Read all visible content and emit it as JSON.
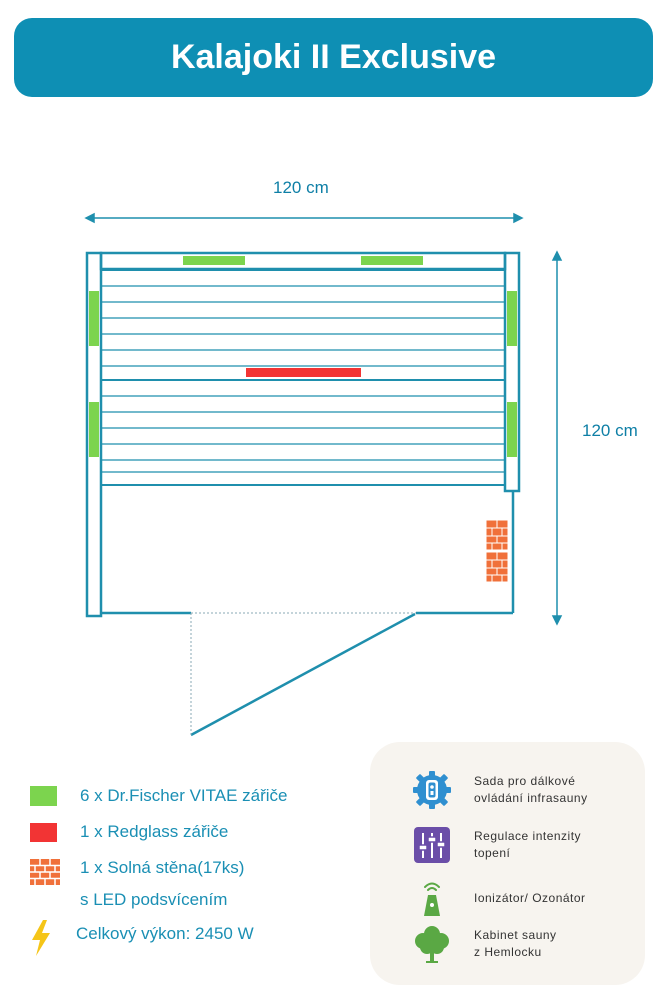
{
  "title": "Kalajoki II Exclusive",
  "dimensions": {
    "width_label": "120 cm",
    "depth_label": "120 cm"
  },
  "legend": [
    {
      "icon": "green-heater-swatch",
      "color": "#7cd44e",
      "lines": [
        "6 x Dr.Fischer VITAE zářiče"
      ]
    },
    {
      "icon": "red-heater-swatch",
      "color": "#f23434",
      "lines": [
        "1 x Redglass zářiče"
      ]
    },
    {
      "icon": "salt-wall-icon",
      "color": "#f0703a",
      "lines": [
        "1 x Solná stěna(17ks)",
        "s LED podsvícením"
      ]
    },
    {
      "icon": "lightning-icon",
      "color": "#f5c518",
      "lines": [
        "Celkový výkon: 2450 W"
      ]
    }
  ],
  "features": [
    {
      "icon": "remote-control-gear-icon",
      "lines": [
        "Sada pro dálkové",
        "ovládání infrasauny"
      ]
    },
    {
      "icon": "sliders-icon",
      "lines": [
        "Regulace intenzity",
        "topení"
      ]
    },
    {
      "icon": "ionizer-icon",
      "lines": [
        "Ionizátor/ Ozonátor"
      ]
    },
    {
      "icon": "tree-icon",
      "lines": [
        "Kabinet sauny",
        "z Hemlocku"
      ]
    }
  ],
  "colors": {
    "brand": "#0e8fb4",
    "line": "#1f8fad",
    "heater_green": "#7cd44e",
    "heater_red": "#f23434",
    "salt_wall": "#f0703a",
    "icon_blue": "#2f8fd0",
    "icon_purple": "#6b4ea8",
    "icon_green": "#5aa844"
  }
}
